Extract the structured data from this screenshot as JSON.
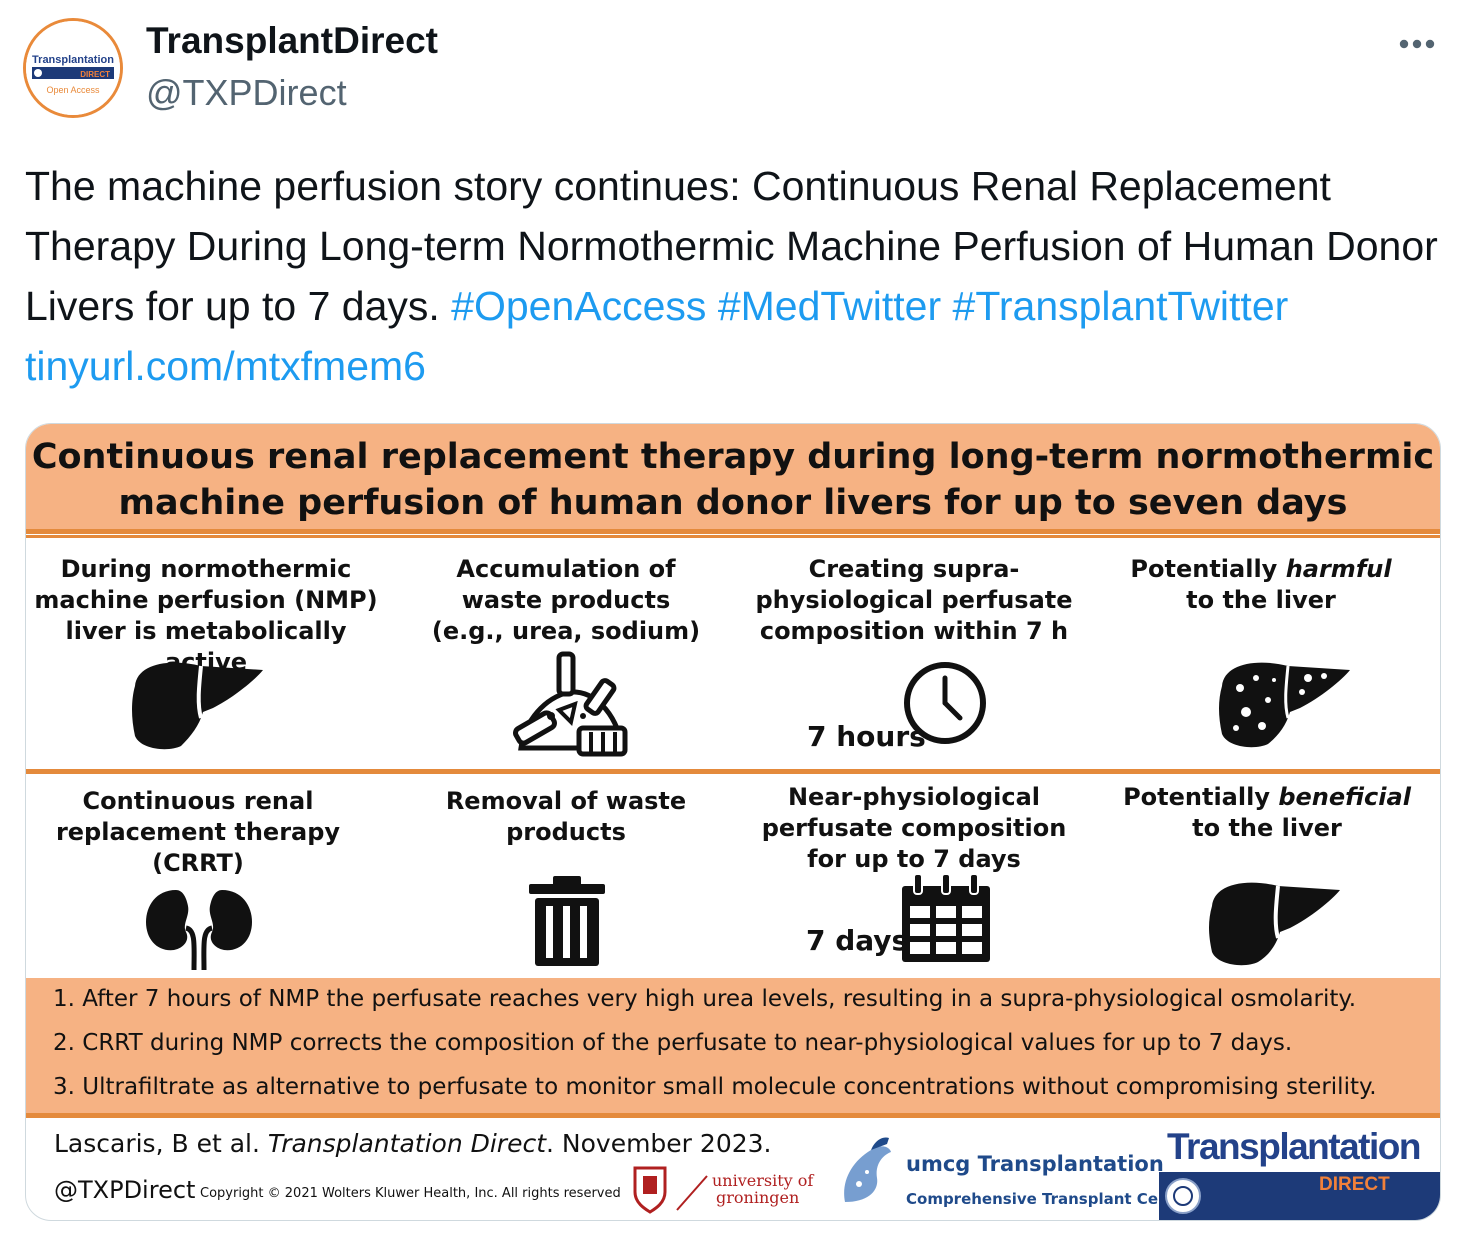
{
  "tweet": {
    "display_name": "TransplantDirect",
    "handle": "@TXPDirect",
    "avatar": {
      "line1": "Transplantation",
      "line2": "DIRECT",
      "line3": "Open Access"
    },
    "more_icon": "ellipsis-icon",
    "text_plain": "The machine perfusion story continues: Continuous Renal Replacement Therapy During Long-term Normothermic Machine Perfusion of Human Donor Livers for up to 7 days.",
    "hashtags": [
      "#OpenAccess",
      "#MedTwitter",
      "#TransplantTwitter"
    ],
    "link": "tinyurl.com/mtxfmem6",
    "link_color": "#1d9bf0"
  },
  "infographic": {
    "title_line1": "Continuous renal replacement therapy during long-term normothermic",
    "title_line2": "machine perfusion of human donor livers for up to seven days",
    "accent_color": "#f6b283",
    "line_color": "#e48a3c",
    "row1": [
      {
        "lines": [
          "During normothermic",
          "machine perfusion (NMP)",
          "liver is metabolically active"
        ],
        "icon": "liver-icon"
      },
      {
        "lines": [
          "Accumulation of",
          "waste products",
          "(e.g., urea, sodium)"
        ],
        "icon": "waste-pile-icon"
      },
      {
        "lines": [
          "Creating supra-",
          "physiological perfusate",
          "composition within 7 h"
        ],
        "icon": "clock-icon",
        "label": "7 hours"
      },
      {
        "line1_plain": "Potentially",
        "line1_em": "harmful",
        "line2": "to the liver",
        "icon": "damaged-liver-icon"
      }
    ],
    "row2": [
      {
        "lines": [
          "Continuous renal",
          "replacement therapy",
          "(CRRT)"
        ],
        "icon": "kidneys-icon"
      },
      {
        "lines": [
          "Removal of waste",
          "products"
        ],
        "icon": "trash-can-icon"
      },
      {
        "lines": [
          "Near-physiological",
          "perfusate composition",
          "for up to 7 days"
        ],
        "icon": "calendar-icon",
        "label": "7 days"
      },
      {
        "line1_plain": "Potentially",
        "line1_em": "beneficial",
        "line2": "to the liver",
        "icon": "healthy-liver-icon"
      }
    ],
    "findings": [
      "1. After 7 hours of NMP the perfusate reaches very high urea levels, resulting in a supra-physiological osmolarity.",
      "2. CRRT during NMP corrects the composition of the perfusate to near-physiological values for up to 7 days.",
      "3. Ultrafiltrate as alternative to perfusate to monitor small molecule concentrations without compromising sterility."
    ],
    "footer": {
      "cite_authors": "Lascaris, B et al.",
      "cite_journal": "Transplantation Direct",
      "cite_date": ". November 2023.",
      "handle": "@TXPDirect",
      "copyright": "Copyright © 2021 Wolters Kluwer Health, Inc. All rights reserved",
      "rug_line1": "university of",
      "rug_line2": "groningen",
      "umcg_name": "umcg Transplantation",
      "umcg_sub": "Comprehensive Transplant Center",
      "journal_logo_word": "Transplantation",
      "journal_logo_sub": "DIRECT"
    }
  }
}
